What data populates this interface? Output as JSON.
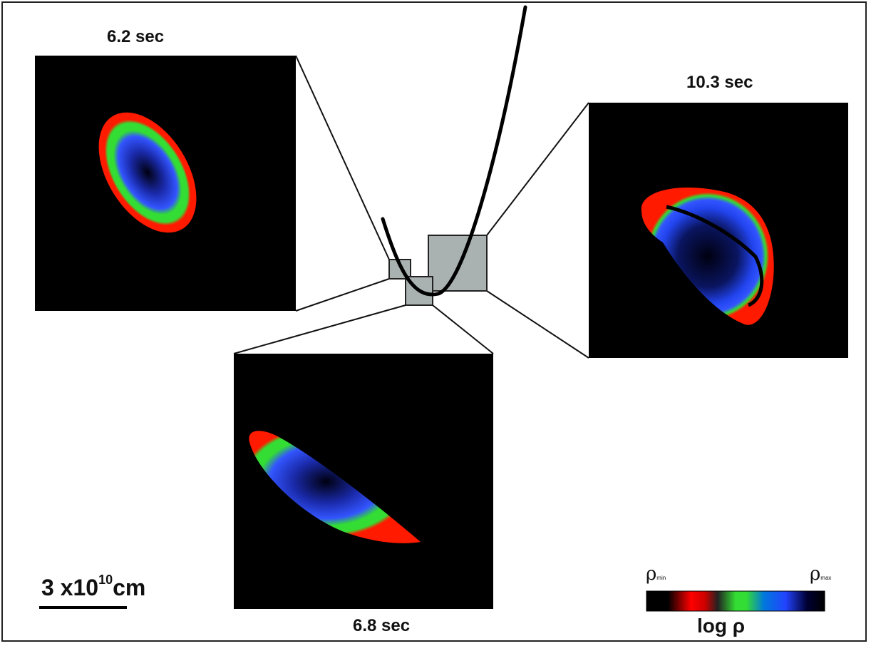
{
  "panels": {
    "top_left": {
      "time": "6.2 sec"
    },
    "right": {
      "time": "10.3 sec"
    },
    "bottom": {
      "time": "6.8 sec"
    }
  },
  "scale_bar": {
    "value": "3 x10",
    "exponent": "10",
    "unit": "cm"
  },
  "colorbar": {
    "min_label": "ρ",
    "min_sub": "min",
    "max_label": "ρ",
    "max_sub": "max",
    "title": "log ρ"
  },
  "colors": {
    "background": "#ffffff",
    "panel": "#000000",
    "zoom_box": "#a9b2b0",
    "red": "#ff1a00",
    "green": "#33dd33",
    "blue": "#2244ff"
  }
}
